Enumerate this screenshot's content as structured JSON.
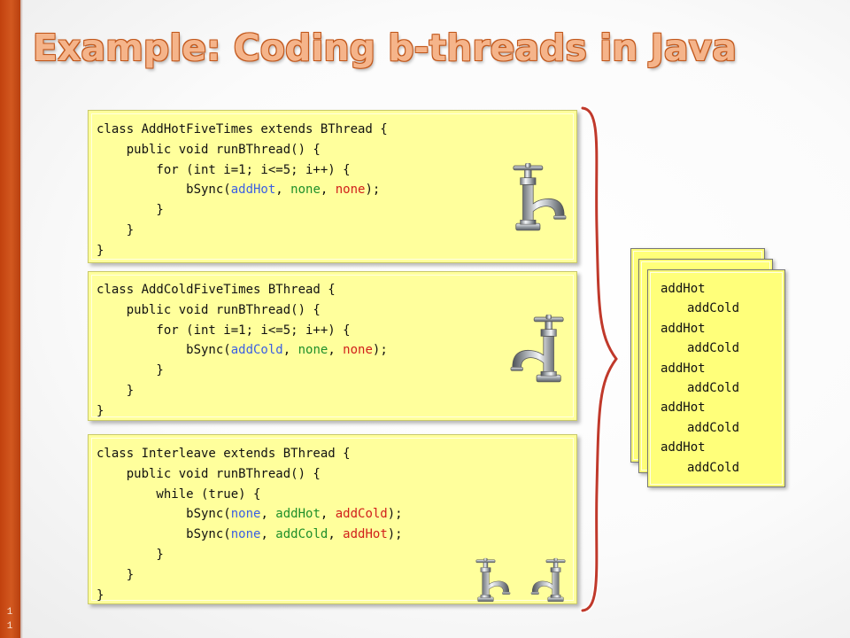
{
  "slide": {
    "title": "Example:  Coding b-threads in Java",
    "number": "1\n1"
  },
  "colors": {
    "sidebar": "#c2410e",
    "title_fill": "#f5b48a",
    "title_outline": "#c2581c",
    "code_box": "#ffff9c",
    "trace_card": "#ffff7a",
    "brace": "#c0392b",
    "event_blue": "#3b5fe2",
    "event_green": "#1f8f2a",
    "event_red": "#d1201b"
  },
  "code_blocks": [
    {
      "lines": [
        [
          {
            "t": "class AddHotFiveTimes extends BThread {"
          }
        ],
        [
          {
            "t": "    public void runBThread() {"
          }
        ],
        [
          {
            "t": "        for (int i=1; i<=5; i++) {"
          }
        ],
        [
          {
            "t": "            bSync("
          },
          {
            "t": "addHot",
            "c": "blue"
          },
          {
            "t": ", "
          },
          {
            "t": "none",
            "c": "green"
          },
          {
            "t": ", "
          },
          {
            "t": "none",
            "c": "red"
          },
          {
            "t": ");"
          }
        ],
        [
          {
            "t": "        }"
          }
        ],
        [
          {
            "t": "    }"
          }
        ],
        [
          {
            "t": "}"
          }
        ]
      ],
      "icons": [
        "hot-water-tap-icon"
      ]
    },
    {
      "lines": [
        [
          {
            "t": "class AddColdFiveTimes BThread {"
          }
        ],
        [
          {
            "t": "    public void runBThread() {"
          }
        ],
        [
          {
            "t": "        for (int i=1; i<=5; i++) {"
          }
        ],
        [
          {
            "t": "            bSync("
          },
          {
            "t": "addCold",
            "c": "blue"
          },
          {
            "t": ", "
          },
          {
            "t": "none",
            "c": "green"
          },
          {
            "t": ", "
          },
          {
            "t": "none",
            "c": "red"
          },
          {
            "t": ");"
          }
        ],
        [
          {
            "t": "        }"
          }
        ],
        [
          {
            "t": "    }"
          }
        ],
        [
          {
            "t": "}"
          }
        ]
      ],
      "icons": [
        "cold-water-tap-icon"
      ]
    },
    {
      "lines": [
        [
          {
            "t": "class Interleave extends BThread {"
          }
        ],
        [
          {
            "t": "    public void runBThread() {"
          }
        ],
        [
          {
            "t": "        while (true) {"
          }
        ],
        [
          {
            "t": "            bSync("
          },
          {
            "t": "none",
            "c": "blue"
          },
          {
            "t": ", "
          },
          {
            "t": "addHot",
            "c": "green"
          },
          {
            "t": ", "
          },
          {
            "t": "addCold",
            "c": "red"
          },
          {
            "t": ");"
          }
        ],
        [
          {
            "t": "            bSync("
          },
          {
            "t": "none",
            "c": "blue"
          },
          {
            "t": ", "
          },
          {
            "t": "addCold",
            "c": "green"
          },
          {
            "t": ", "
          },
          {
            "t": "addHot",
            "c": "red"
          },
          {
            "t": ");"
          }
        ],
        [
          {
            "t": "        }"
          }
        ],
        [
          {
            "t": "    }"
          }
        ],
        [
          {
            "t": "}"
          }
        ]
      ],
      "icons": [
        "hot-water-tap-icon",
        "cold-water-tap-icon"
      ]
    }
  ],
  "trace": {
    "lines": [
      {
        "text": "addHot",
        "indent": false
      },
      {
        "text": "addCold",
        "indent": true
      },
      {
        "text": "addHot",
        "indent": false
      },
      {
        "text": "addCold",
        "indent": true
      },
      {
        "text": "addHot",
        "indent": false
      },
      {
        "text": "addCold",
        "indent": true
      },
      {
        "text": "addHot",
        "indent": false
      },
      {
        "text": "addCold",
        "indent": true
      },
      {
        "text": "addHot",
        "indent": false
      },
      {
        "text": "addCold",
        "indent": true
      }
    ]
  }
}
